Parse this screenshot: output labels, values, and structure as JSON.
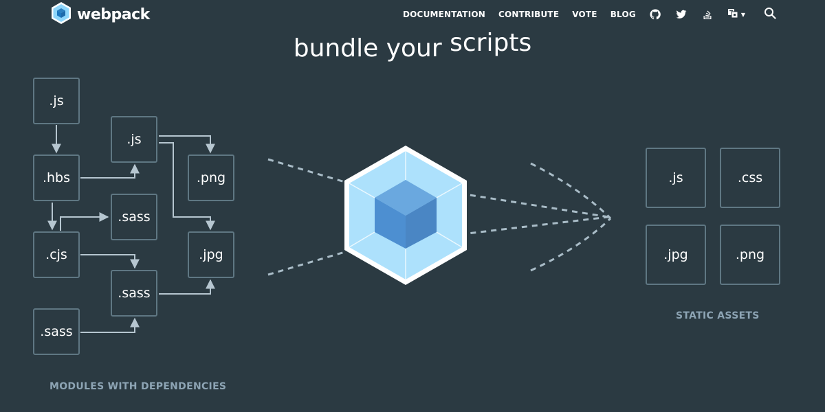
{
  "brand": {
    "name": "webpack"
  },
  "nav": {
    "links": [
      "DOCUMENTATION",
      "CONTRIBUTE",
      "VOTE",
      "BLOG"
    ],
    "icons": [
      "github-icon",
      "twitter-icon",
      "stack-overflow-icon"
    ],
    "language_icon": "language-icon",
    "search_icon": "search-icon"
  },
  "headline": {
    "word1": "bundle your",
    "word2": "scripts"
  },
  "modules": {
    "caption": "MODULES WITH DEPENDENCIES",
    "items": [
      ".js",
      ".js",
      ".hbs",
      ".png",
      ".sass",
      ".cjs",
      ".jpg",
      ".sass",
      ".sass"
    ]
  },
  "assets": {
    "caption": "STATIC ASSETS",
    "items": [
      ".js",
      ".css",
      ".jpg",
      ".png"
    ]
  },
  "colors": {
    "background": "#2b3a42",
    "box_border": "#5f7783",
    "arrow": "#b6c6d0",
    "caption": "#8da4b4",
    "cube_light": "#8ed6fb",
    "cube_dark": "#1c78c0"
  }
}
